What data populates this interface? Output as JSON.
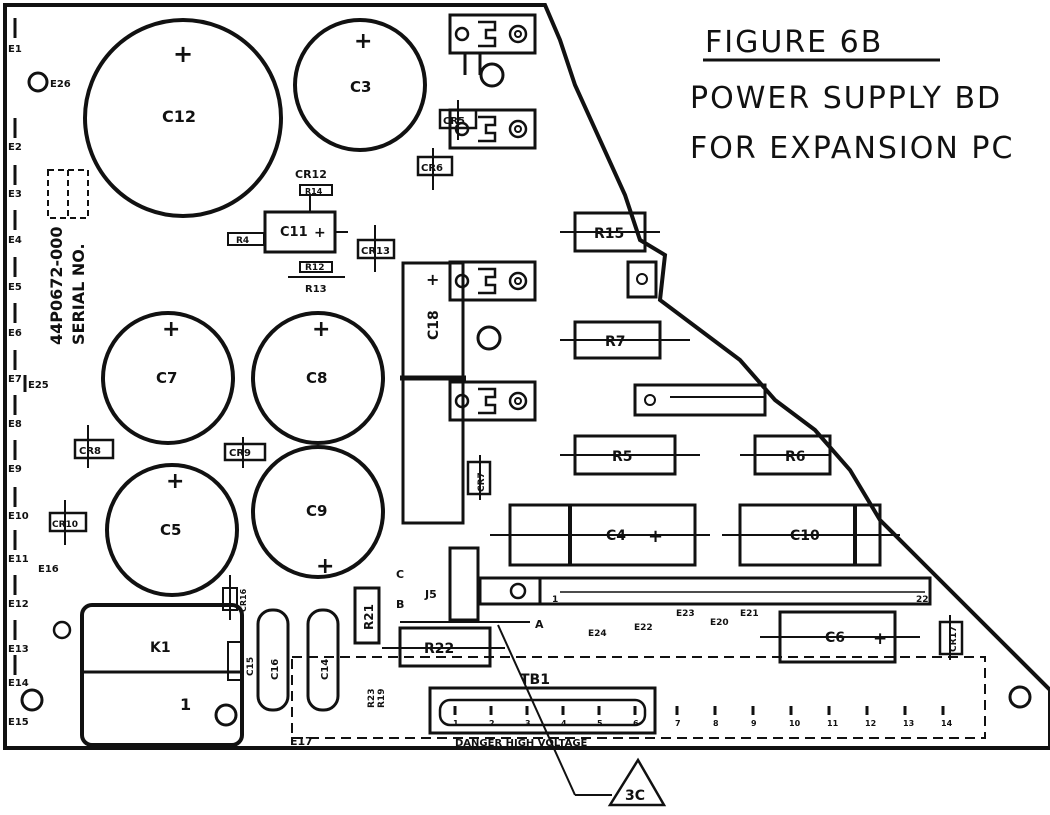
{
  "figure": {
    "title": "FIGURE 6B",
    "caption_line1": "POWER SUPPLY BD",
    "caption_line2": "FOR EXPANSION PC"
  },
  "board": {
    "serial_part": "44P0672-000",
    "serial_label": "SERIAL NO.",
    "warning": "DANGER HIGH VOLTAGE"
  },
  "capacitors": {
    "c12": "C12",
    "c3": "C3",
    "c7": "C7",
    "c8": "C8",
    "c5": "C5",
    "c9": "C9",
    "c11": "C11",
    "c18": "C18",
    "c4": "C4",
    "c10": "C10",
    "c6": "C6",
    "c16": "C16",
    "c14": "C14",
    "c15": "C15",
    "plus": "+"
  },
  "resistors": {
    "r15": "R15",
    "r7": "R7",
    "r5": "R5",
    "r6": "R6",
    "r22": "R22",
    "r21": "R21",
    "r12": "R12",
    "r13": "R13",
    "r14": "R14",
    "r4": "R4",
    "r19": "R19",
    "r23": "R23"
  },
  "diodes": {
    "cr5": "CR5",
    "cr6": "CR6",
    "cr12": "CR12",
    "cr13": "CR13",
    "cr7": "CR7",
    "cr8": "CR8",
    "cr9": "CR9",
    "cr10": "CR10",
    "cr16": "CR16",
    "cr17": "CR17"
  },
  "relay": {
    "k1": "K1",
    "pin": "1"
  },
  "connectors": {
    "tb1": "TB1",
    "j5": "J5",
    "j5_end": "22",
    "j5_pin1": "1",
    "pins": [
      "1",
      "2",
      "3",
      "4",
      "5",
      "6",
      "7",
      "8",
      "9",
      "10",
      "11",
      "12",
      "13",
      "14"
    ]
  },
  "test_points": {
    "e1": "E1",
    "e2": "E2",
    "e3": "E3",
    "e4": "E4",
    "e5": "E5",
    "e6": "E6",
    "e7": "E7",
    "e8": "E8",
    "e9": "E9",
    "e10": "E10",
    "e11": "E11",
    "e12": "E12",
    "e13": "E13",
    "e14": "E14",
    "e15": "E15",
    "e16": "E16",
    "e17": "E17",
    "e20": "E20",
    "e21": "E21",
    "e22": "E22",
    "e23": "E23",
    "e24": "E24",
    "e25": "E25",
    "e26": "E26"
  },
  "jumpers": {
    "a": "A",
    "b": "B",
    "c": "C"
  },
  "callout": {
    "label": "3C"
  }
}
